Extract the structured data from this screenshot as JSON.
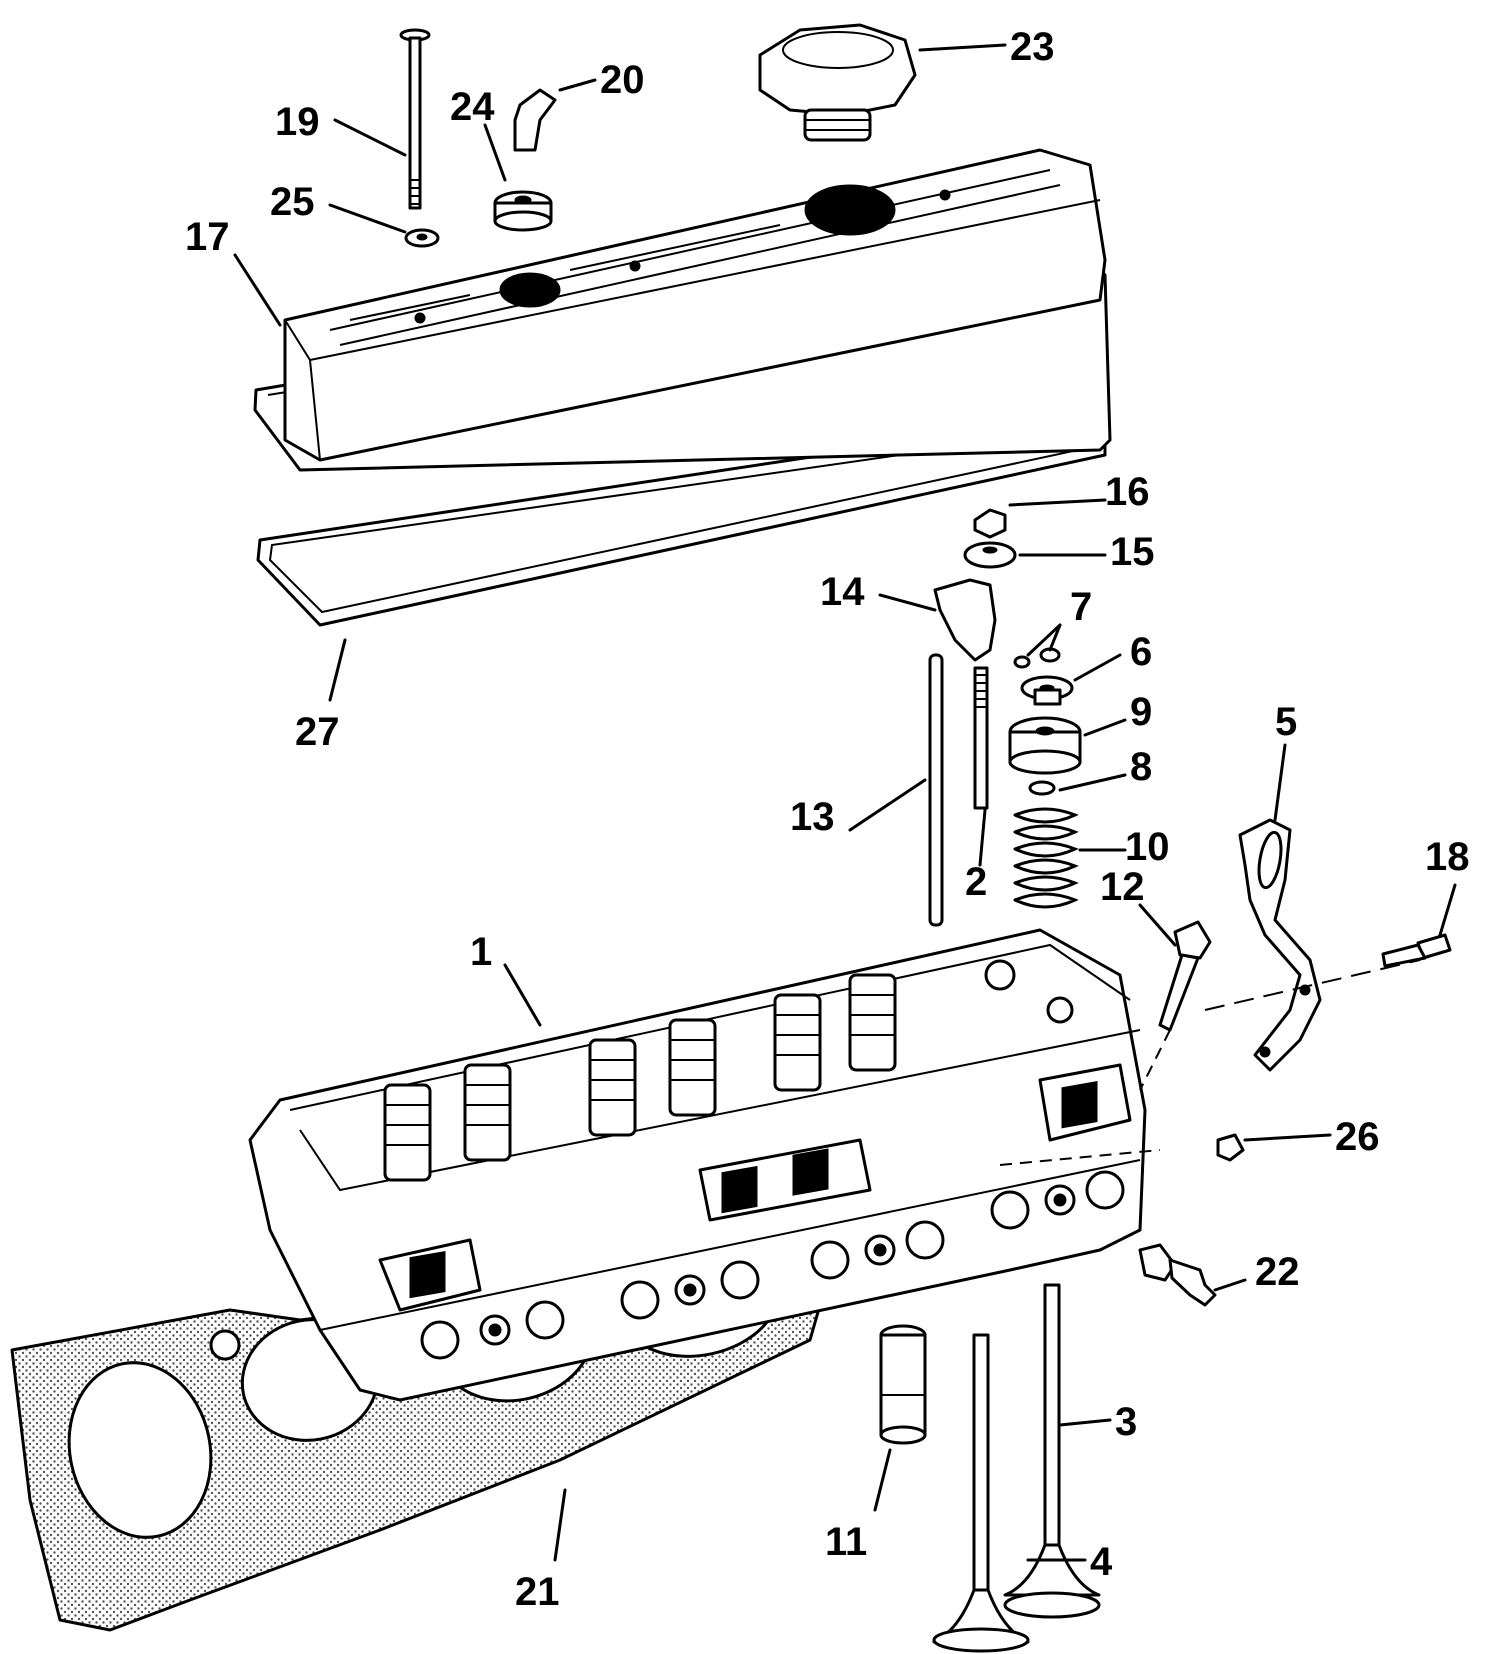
{
  "diagram": {
    "callouts": [
      {
        "id": "1",
        "text": "1"
      },
      {
        "id": "2",
        "text": "2"
      },
      {
        "id": "3",
        "text": "3"
      },
      {
        "id": "4",
        "text": "4"
      },
      {
        "id": "5",
        "text": "5"
      },
      {
        "id": "6",
        "text": "6"
      },
      {
        "id": "7",
        "text": "7"
      },
      {
        "id": "8",
        "text": "8"
      },
      {
        "id": "9",
        "text": "9"
      },
      {
        "id": "10",
        "text": "10"
      },
      {
        "id": "11",
        "text": "11"
      },
      {
        "id": "12",
        "text": "12"
      },
      {
        "id": "13",
        "text": "13"
      },
      {
        "id": "14",
        "text": "14"
      },
      {
        "id": "15",
        "text": "15"
      },
      {
        "id": "16",
        "text": "16"
      },
      {
        "id": "17",
        "text": "17"
      },
      {
        "id": "18",
        "text": "18"
      },
      {
        "id": "19",
        "text": "19"
      },
      {
        "id": "20",
        "text": "20"
      },
      {
        "id": "21",
        "text": "21"
      },
      {
        "id": "22",
        "text": "22"
      },
      {
        "id": "23",
        "text": "23"
      },
      {
        "id": "24",
        "text": "24"
      },
      {
        "id": "25",
        "text": "25"
      },
      {
        "id": "26",
        "text": "26"
      },
      {
        "id": "27",
        "text": "27"
      }
    ],
    "colors": {
      "ink": "#000000",
      "paper": "#ffffff",
      "gasket_stipple": "#6b6b6b"
    }
  }
}
